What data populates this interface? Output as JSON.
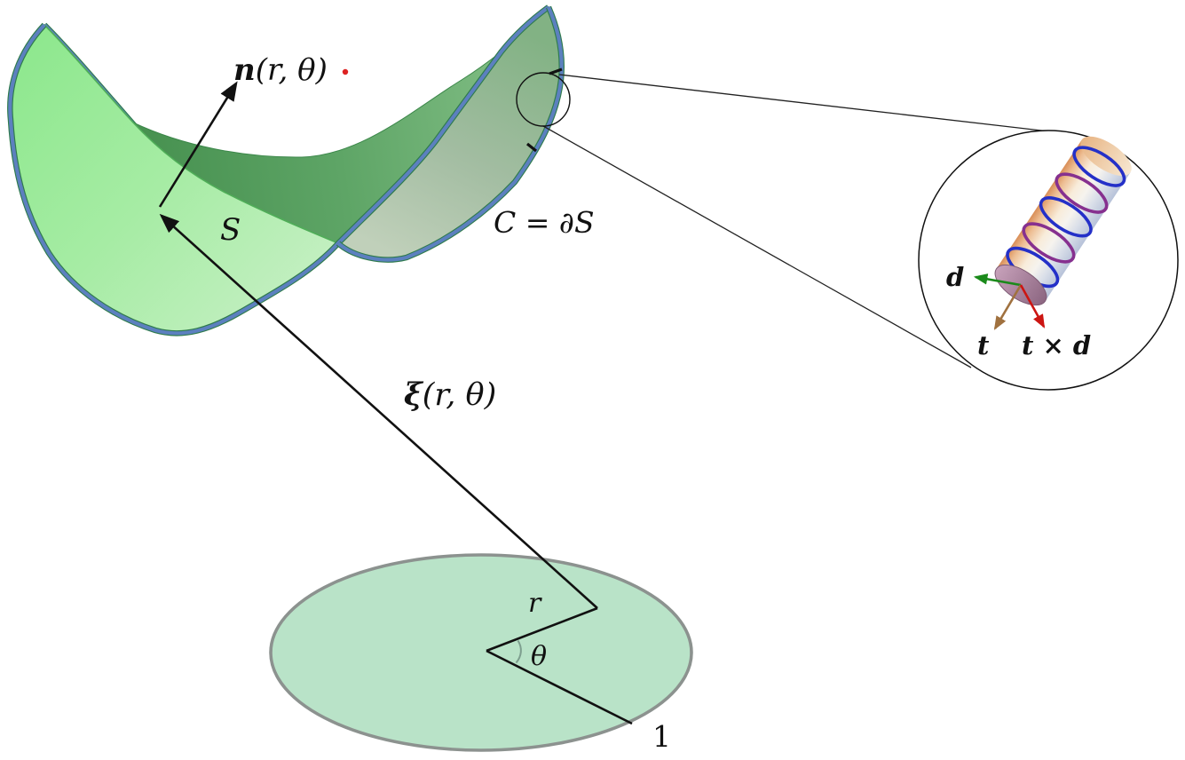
{
  "labels": {
    "normal_vector": {
      "vec": "n",
      "args": "(r, θ)"
    },
    "surface": "S",
    "boundary_curve": "C = ∂S",
    "parametrization": {
      "vec": "ξ",
      "args": "(r, θ)"
    },
    "radius_param": "r",
    "angle_param": "θ",
    "unit_radius": "1",
    "director_vector": "d",
    "tangent_vector": "t",
    "tangent_cross_director": "t × d"
  },
  "colors": {
    "boundary_blue": "#5c80bf",
    "boundary_dark_edge": "#2f7b4c",
    "surface_light_green": "#96ec96",
    "surface_dark_green": "#46904f",
    "surface_back_gray_green": "#9fb79f",
    "disk_mint": "#b9e3c8",
    "disk_border": "#8c928f",
    "line_black": "#111111",
    "red_dot": "#dd2222",
    "arrow_green": "#1a8a1a",
    "arrow_brown": "#a0713f",
    "arrow_red": "#cc1512",
    "ring_blue": "#2430c8",
    "ring_purple": "#86308f",
    "angle_arc": "#7d9e8e"
  }
}
